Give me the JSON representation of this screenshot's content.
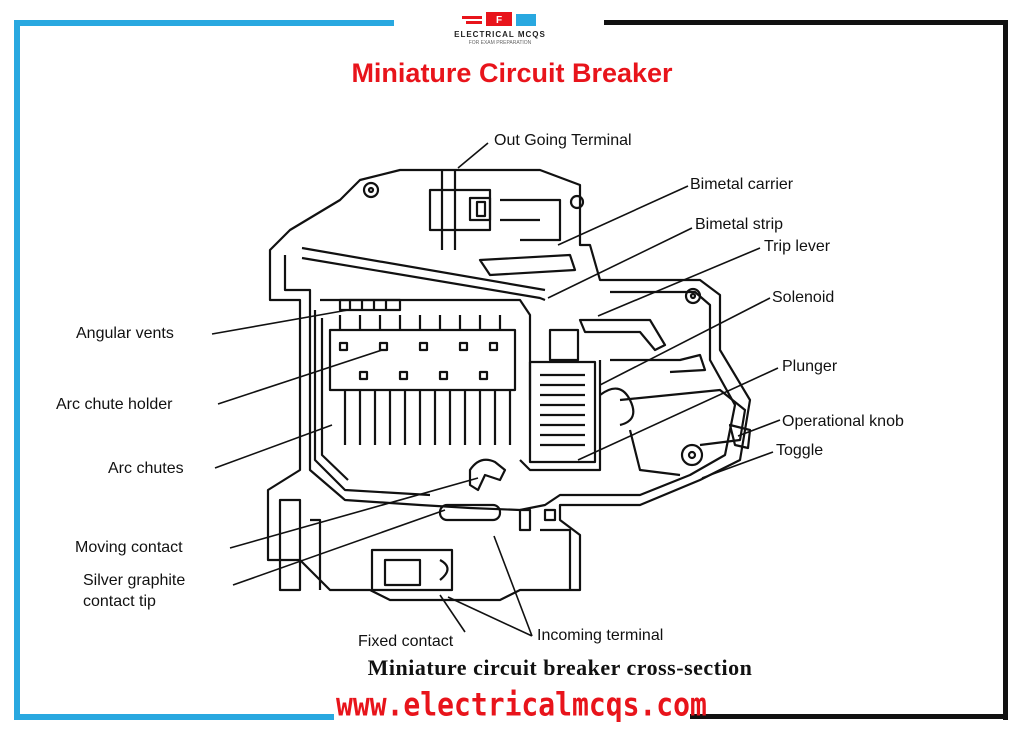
{
  "header": {
    "logo_text": "ELECTRICAL MCQS",
    "logo_sub": "FOR EXAM PREPARATION",
    "title": "Miniature Circuit Breaker"
  },
  "diagram": {
    "labels": {
      "out_going_terminal": "Out Going Terminal",
      "bimetal_carrier": "Bimetal carrier",
      "bimetal_strip": "Bimetal strip",
      "trip_lever": "Trip lever",
      "solenoid": "Solenoid",
      "plunger": "Plunger",
      "operational_knob": "Operational knob",
      "toggle": "Toggle",
      "angular_vents": "Angular vents",
      "arc_chute_holder": "Arc chute holder",
      "arc_chutes": "Arc chutes",
      "moving_contact": "Moving contact",
      "silver_graphite_1": "Silver graphite",
      "silver_graphite_2": "contact tip",
      "fixed_contact": "Fixed contact",
      "incoming_terminal": "Incoming terminal"
    },
    "caption": "Miniature circuit breaker cross-section"
  },
  "footer": {
    "url": "www.electricalmcqs.com"
  },
  "colors": {
    "accent_blue": "#29a8e0",
    "title_red": "#e8141b",
    "line": "#111111"
  }
}
